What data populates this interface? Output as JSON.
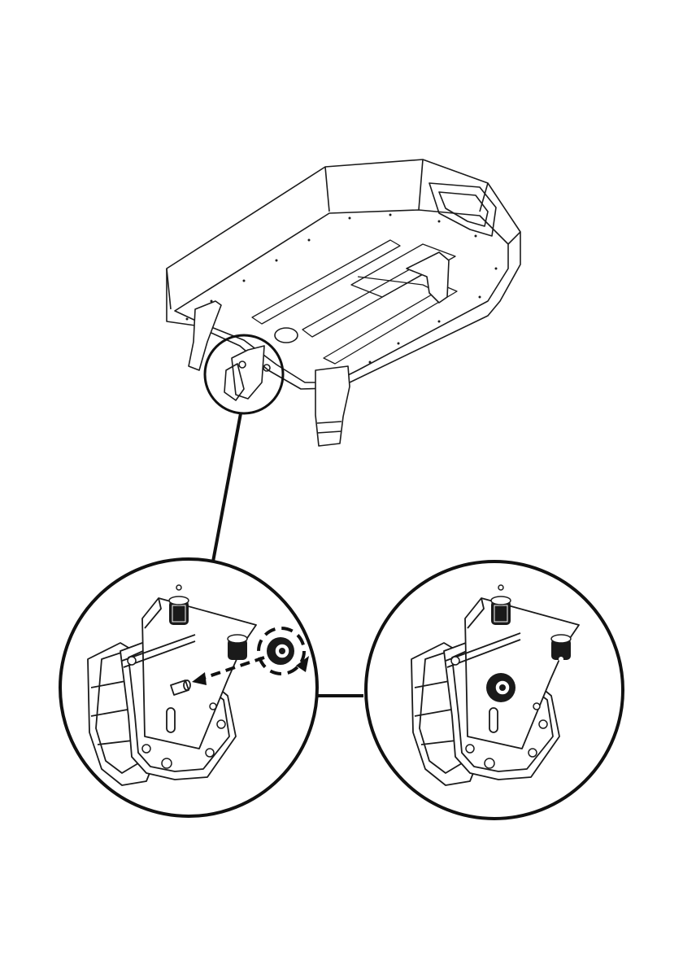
{
  "figure": {
    "main_view": "speaker-cabinet-bottom-view",
    "detail_step_1": "insert-knob-onto-pin",
    "detail_step_2": "knob-installed",
    "line_color": "#1a1a1a",
    "page_color": "#ffffff"
  },
  "footer": {
    "page_number": ""
  }
}
